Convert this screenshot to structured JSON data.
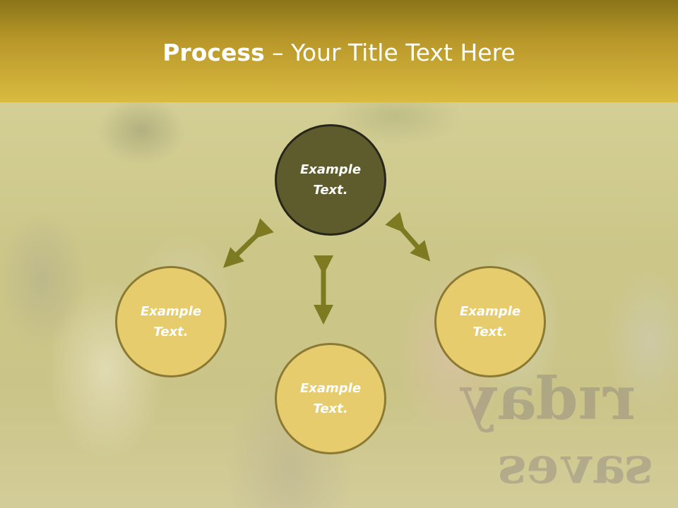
{
  "header": {
    "title_bold": "Process",
    "title_rest": " – Your Title Text Here"
  },
  "process": {
    "top": "Example\nText.",
    "left": "Example\nText.",
    "right": "Example\nText.",
    "bottom": "Example\nText."
  },
  "colors": {
    "header_gradient_top": "#8a7418",
    "header_gradient_bottom": "#d9bb40",
    "central_circle": "#5e5b2c",
    "outer_circle": "#e6cc6c",
    "arrow": "#7d7a22"
  }
}
